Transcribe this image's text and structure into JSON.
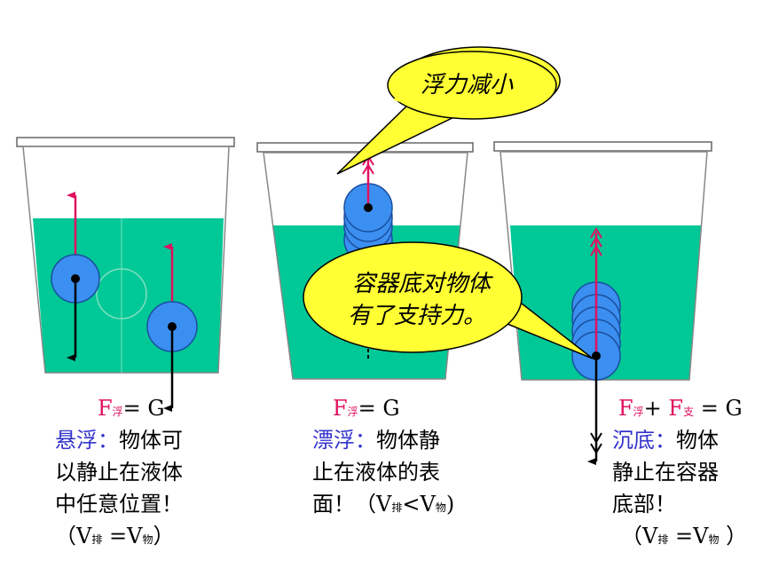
{
  "callouts": {
    "top": "浮力减小",
    "middle_line1": "容器底对物体",
    "middle_line2": "有了支持力。"
  },
  "panels": {
    "left": {
      "force_F": "F",
      "force_sub": "浮",
      "force_eq": "= G",
      "term": "悬浮：",
      "desc1": "物体可",
      "desc2": "以静止在液体",
      "desc3": "中任意位置！",
      "vol_open": "（V",
      "vol_sub1": "排",
      "vol_mid": " =V",
      "vol_sub2": "物",
      "vol_close": "）"
    },
    "middle": {
      "force_F": "F",
      "force_sub": "浮",
      "force_eq": "= G",
      "term": "漂浮：",
      "desc1": "物体静",
      "desc2": "止在液体的表",
      "desc3": "面！（V",
      "vol_sub1": "排",
      "vol_mid": "<V",
      "vol_sub2": "物",
      "vol_close": ")"
    },
    "right": {
      "force_F1": "F",
      "force_sub1": "浮",
      "plus": "+ ",
      "force_F2": "F",
      "force_sub2": "支",
      "force_eq": "  = G",
      "term": "沉底：",
      "desc1": "物体",
      "desc2": "静止在容器",
      "desc3": "底部！",
      "vol_open": "（V",
      "vol_sub1": "排",
      "vol_mid": " =V",
      "vol_sub2": "物",
      "vol_close": "  ）"
    }
  },
  "colors": {
    "water": "#00c896",
    "ball": "#3b8ff0",
    "ball_stroke": "#1a4fa0",
    "up_arrow": "#e0115f",
    "down_arrow": "#000000",
    "callout_fill": "#ffff33",
    "term_blue": "#3333cc",
    "force_red": "#e0115f"
  }
}
